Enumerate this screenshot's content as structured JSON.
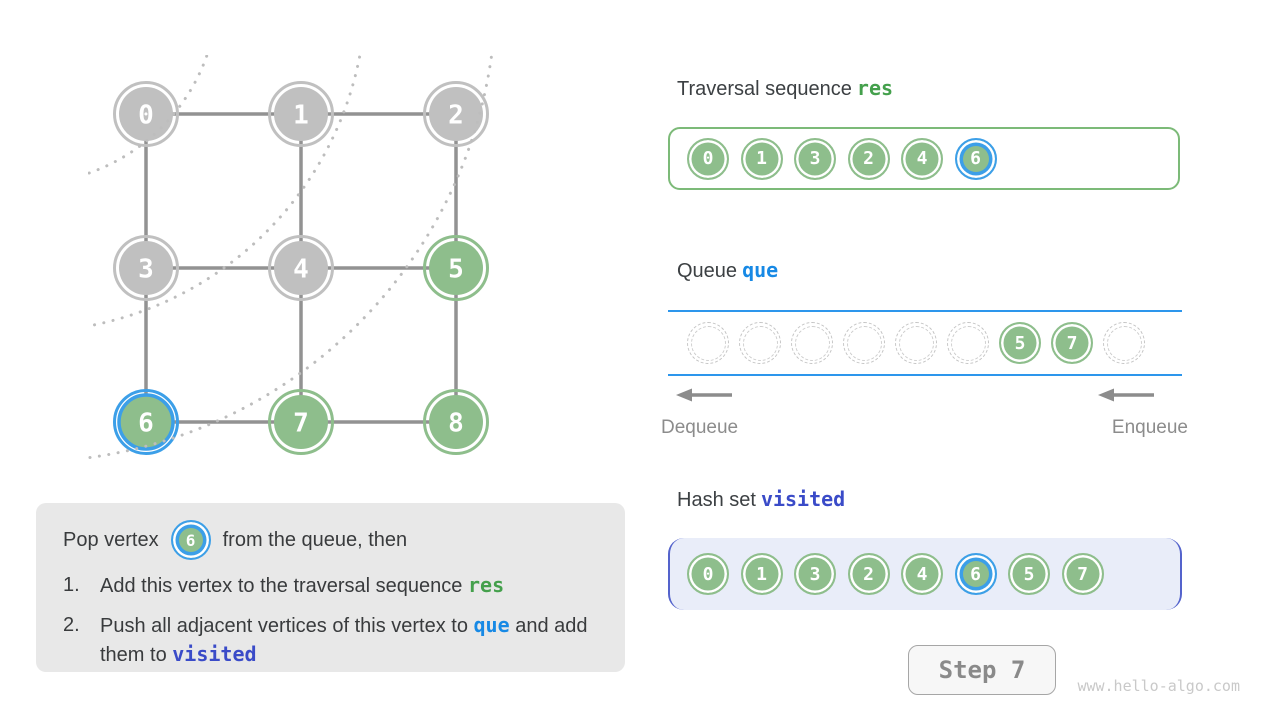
{
  "colors": {
    "node_green": "#8EBE8C",
    "node_gray": "#C0C0C0",
    "highlight_blue": "#3C9FE8",
    "edge_gray": "#929292",
    "arc_gray": "#BDBDBD",
    "res_green": "#44A04C",
    "que_blue": "#1789E5",
    "visited_indigo": "#3A4BC8",
    "queue_line_blue": "#2D96EC"
  },
  "graph": {
    "bfs_level_arcs": 3,
    "vertices": [
      {
        "label": "0",
        "state": "unvisited"
      },
      {
        "label": "1",
        "state": "unvisited"
      },
      {
        "label": "2",
        "state": "unvisited"
      },
      {
        "label": "3",
        "state": "unvisited"
      },
      {
        "label": "4",
        "state": "unvisited"
      },
      {
        "label": "5",
        "state": "visited"
      },
      {
        "label": "6",
        "state": "current"
      },
      {
        "label": "7",
        "state": "visited"
      },
      {
        "label": "8",
        "state": "visited"
      }
    ],
    "edges": [
      [
        0,
        1
      ],
      [
        1,
        2
      ],
      [
        3,
        4
      ],
      [
        4,
        5
      ],
      [
        6,
        7
      ],
      [
        7,
        8
      ],
      [
        0,
        3
      ],
      [
        3,
        6
      ],
      [
        1,
        4
      ],
      [
        4,
        7
      ],
      [
        2,
        5
      ],
      [
        5,
        8
      ]
    ]
  },
  "res_panel": {
    "title": "Traversal sequence",
    "code": "res",
    "items": [
      {
        "label": "0"
      },
      {
        "label": "1"
      },
      {
        "label": "3"
      },
      {
        "label": "2"
      },
      {
        "label": "4"
      },
      {
        "label": "6",
        "current": true
      }
    ]
  },
  "queue_panel": {
    "title": "Queue",
    "code": "que",
    "slots": [
      {
        "label": ""
      },
      {
        "label": ""
      },
      {
        "label": ""
      },
      {
        "label": ""
      },
      {
        "label": ""
      },
      {
        "label": ""
      },
      {
        "label": "5"
      },
      {
        "label": "7"
      },
      {
        "label": ""
      }
    ],
    "dequeue_label": "Dequeue",
    "enqueue_label": "Enqueue"
  },
  "visited_panel": {
    "title": "Hash set",
    "code": "visited",
    "items": [
      {
        "label": "0"
      },
      {
        "label": "1"
      },
      {
        "label": "3"
      },
      {
        "label": "2"
      },
      {
        "label": "4"
      },
      {
        "label": "6",
        "current": true
      },
      {
        "label": "5"
      },
      {
        "label": "7"
      }
    ]
  },
  "explanation": {
    "intro_prefix": "Pop vertex",
    "vertex": "6",
    "intro_suffix": "from the queue, then",
    "items": [
      {
        "num": "1.",
        "parts": [
          {
            "text": "Add this vertex to the traversal sequence "
          },
          {
            "text": "res",
            "style": "code-res"
          }
        ]
      },
      {
        "num": "2.",
        "parts": [
          {
            "text": "Push all adjacent vertices of this vertex to "
          },
          {
            "text": "que",
            "style": "code-que"
          },
          {
            "text": " and add them to "
          },
          {
            "text": "visited",
            "style": "code-visited"
          }
        ]
      }
    ]
  },
  "step_button": "Step 7",
  "watermark": "www.hello-algo.com"
}
